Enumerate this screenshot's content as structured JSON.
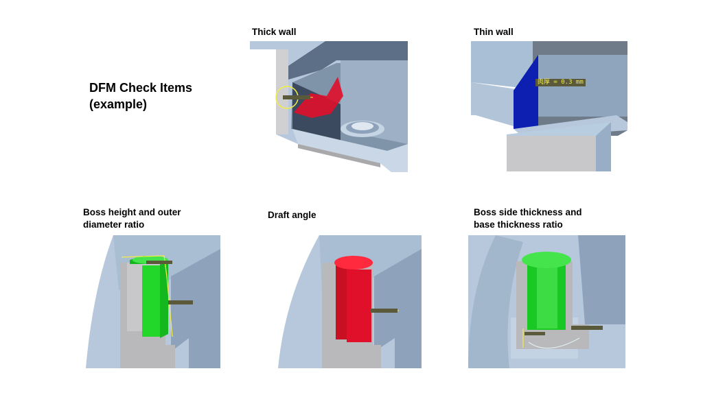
{
  "title": {
    "line1": "DFM Check Items",
    "line2": "(example)"
  },
  "panels": {
    "thick_wall": {
      "caption": "Thick wall"
    },
    "thin_wall": {
      "caption": "Thin wall",
      "annotation": "肉厚 = 0.3 mm"
    },
    "boss_ratio": {
      "caption_line1": "Boss height and outer",
      "caption_line2": "diameter ratio"
    },
    "draft_angle": {
      "caption": "Draft angle"
    },
    "boss_side": {
      "caption_line1": "Boss side thickness and",
      "caption_line2": "base thickness ratio"
    }
  },
  "colors": {
    "part_face": "#b7c8dc",
    "part_shade": "#8da2b8",
    "wall_section": "#c7c7c9",
    "highlight_red": "#e0102a",
    "highlight_green": "#22d62a",
    "highlight_blue": "#0d1fb0",
    "measure_label": "#f2ee44"
  }
}
